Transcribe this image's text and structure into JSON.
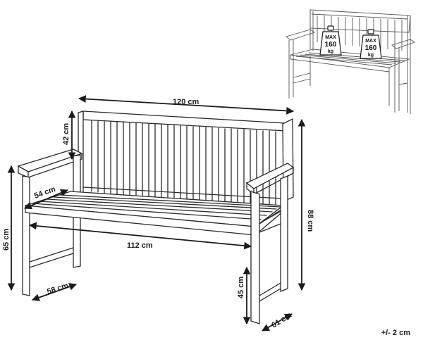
{
  "dimensions": {
    "width_top": "120 cm",
    "backrest_height": "42 cm",
    "total_height": "88 cm",
    "armrest_height": "65 cm",
    "seat_depth": "54 cm",
    "seat_width": "112 cm",
    "seat_height": "45 cm",
    "frame_depth": "58 cm",
    "total_depth": "61 cm"
  },
  "load": {
    "left": {
      "line1": "MAX",
      "line2": "160",
      "line3": "kg"
    },
    "right": {
      "line1": "MAX",
      "line2": "160",
      "line3": "kg"
    }
  },
  "tolerance": "+/- 2 cm"
}
